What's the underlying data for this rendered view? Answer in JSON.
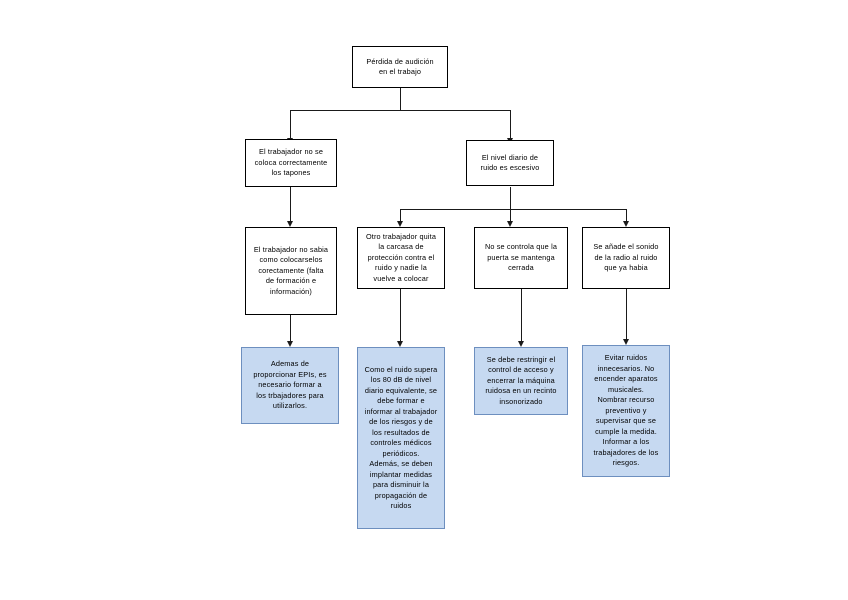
{
  "diagram": {
    "type": "flowchart",
    "title_node": "root",
    "background_color": "#ffffff",
    "cause_box_fill": "#ffffff",
    "cause_box_border": "#000000",
    "solution_box_fill": "#c6d9f1",
    "solution_box_border": "#6d8fbf",
    "connector_color": "#1a1a1a",
    "nodes": {
      "root": "Pérdida de audición\nen el trabajo",
      "cause_left": "El trabajador no se\ncoloca correctamente\nlos tapones",
      "cause_right": "El nivel diario de\nruido es escesivo",
      "sub_left": "El trabajador no sabia\ncomo colocarselos\ncorectamente (falta\nde formación e\ninformación)",
      "sub_carcasa": "Otro trabajador quita\nla carcasa de\nprotección contra el\nruido y nadie la\nvuelve a colocar",
      "sub_puerta": "No se controla que la\npuerta se mantenga\ncerrada",
      "sub_radio": "Se añade el sonido\nde la radio al ruido\nque ya habia",
      "sol_left": "Ademas de\nproporcionar EPIs, es\nnecesario formar a\nlos trbajadores para\nutilizarlos.",
      "sol_carcasa": "Como el ruido supera\nlos 80 dB de nivel\ndiario equivalente, se\ndebe formar e\ninformar al trabajador\nde los riesgos y de\nlos resultados de\ncontroles médicos\nperiódicos.\nAdemás, se deben\nimplantar medidas\npara disminuir la\npropagación de\nruidos",
      "sol_puerta": "Se debe restringir el\ncontrol de acceso y\nencerrar la máquina\nruidosa en un recinto\ninsonorizado",
      "sol_radio": "Evitar ruidos\ninnecesarios. No\nencender aparatos\nmusicales.\nNombrar recurso\npreventivo y\nsupervisar que se\ncumple la medida.\nInformar a los\ntrabajadores de los\nriesgos."
    }
  }
}
